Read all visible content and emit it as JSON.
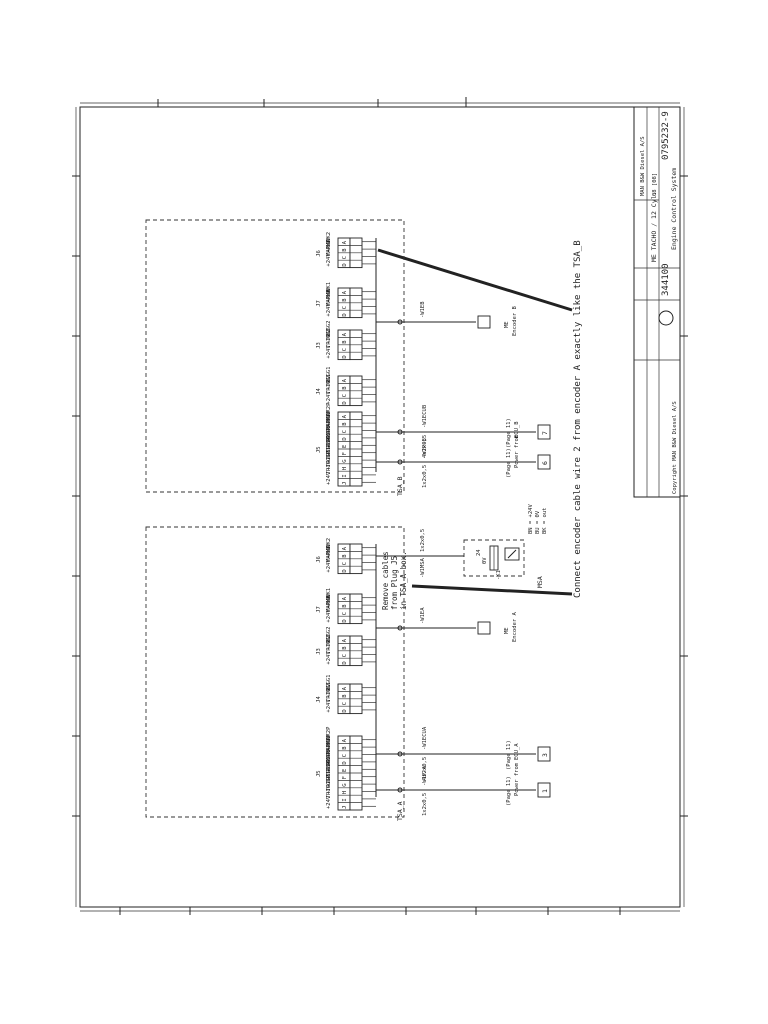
{
  "title_block": {
    "drawing_number": "0795232-9",
    "sheet": "344100",
    "title": "Engine Control System",
    "subtitle": "ME TACHO / 12 Cyl.",
    "variant": "08 [08]",
    "ref": "MAN B&W Diesel A/S",
    "header_small": "Copyright MAN B&W Diesel A/S"
  },
  "note": "Connect encoder cable wire 2 from encoder A exactly like the TSA_B",
  "remove_note": [
    "Remove cables",
    "from Plug J5",
    "in TSA_A box."
  ],
  "units": [
    {
      "name": "TSA_B",
      "connectors": [
        {
          "id": "J6",
          "pins": [
            "A",
            "B",
            "C",
            "D"
          ],
          "signals": [
            "0V",
            "+MARK2",
            "-MARK2",
            "+24V"
          ]
        },
        {
          "id": "J7",
          "pins": [
            "A",
            "B",
            "C",
            "D"
          ],
          "signals": [
            "0V",
            "+MARK1",
            "-MARK1",
            "+24V"
          ]
        },
        {
          "id": "J3",
          "pins": [
            "A",
            "B",
            "C",
            "D"
          ],
          "signals": [
            "0V",
            "+TRIGG2",
            "-TRIGG2",
            "+24V"
          ]
        },
        {
          "id": "J4",
          "pins": [
            "A",
            "B",
            "C",
            "D"
          ],
          "signals": [
            "0V",
            "+TRIGG1",
            "-TRIGG1",
            "+24V"
          ]
        },
        {
          "id": "J5",
          "pins": [
            "A",
            "B",
            "C",
            "D",
            "E",
            "F",
            "G",
            "H",
            "I",
            "J"
          ],
          "signals": [
            "0V",
            "+MARK2P",
            "-MARK2P",
            "+MARK1P",
            "-MARK1P",
            "+TRIGG2P",
            "-TRIGG2P",
            "+TRIGG1P",
            "-TRIGG1P",
            "+24V"
          ]
        }
      ],
      "encoder": {
        "label": "ME",
        "sub": "Encoder B",
        "cable": "-W1EB"
      },
      "lines": [
        {
          "cable": "-W1ECUB",
          "spec": "4x2x0,5",
          "ref": "ECU_B",
          "page": "(Page 11)",
          "box": "7"
        },
        {
          "cable": "-W1P-B",
          "spec": "1x2x0,5",
          "ref": "Power from",
          "page": "(Page 11)",
          "box": "6"
        }
      ]
    },
    {
      "name": "TSA_A",
      "connectors": [
        {
          "id": "J6",
          "pins": [
            "A",
            "B",
            "C",
            "D"
          ],
          "signals": [
            "0V",
            "+MARK2",
            "-MARK2",
            "+24V"
          ]
        },
        {
          "id": "J7",
          "pins": [
            "A",
            "B",
            "C",
            "D"
          ],
          "signals": [
            "0V",
            "+MARK1",
            "-MARK1",
            "+24V"
          ]
        },
        {
          "id": "J3",
          "pins": [
            "A",
            "B",
            "C",
            "D"
          ],
          "signals": [
            "0V",
            "+TRIGG2",
            "-TRIGG2",
            "+24V"
          ]
        },
        {
          "id": "J4",
          "pins": [
            "A",
            "B",
            "C",
            "D"
          ],
          "signals": [
            "0V",
            "+TRIGG1",
            "-TRIGG1",
            "+24V"
          ]
        },
        {
          "id": "J5",
          "pins": [
            "A",
            "B",
            "C",
            "D",
            "E",
            "F",
            "G",
            "H",
            "I",
            "J"
          ],
          "signals": [
            "0V",
            "+MARK2P",
            "-MARK2P",
            "+MARK1P",
            "-MARK1P",
            "+TRIGG2P",
            "-TRIGG2P",
            "+TRIGG1P",
            "-TRIGG1P",
            "+24V"
          ]
        }
      ],
      "encoder": {
        "label": "ME",
        "sub": "Encoder A",
        "cable": "-W1EA"
      },
      "lines": [
        {
          "cable": "-W1ECUA",
          "spec": "4x2x0,5",
          "ref": "ECU_A",
          "page": "(Page 11)",
          "box": "3"
        },
        {
          "cable": "-W1P-A",
          "spec": "1x2x0,5",
          "ref": "Power from",
          "page": "(Page 11)",
          "box": "1"
        }
      ]
    }
  ],
  "msa": {
    "label": "MSA",
    "cable": "-W1MSA",
    "spec": "1x2x0,5",
    "terminals": [
      "24",
      "0V",
      "-K1"
    ],
    "legend": [
      "BN = +24V",
      "BU = 0V",
      "BK = out"
    ]
  }
}
